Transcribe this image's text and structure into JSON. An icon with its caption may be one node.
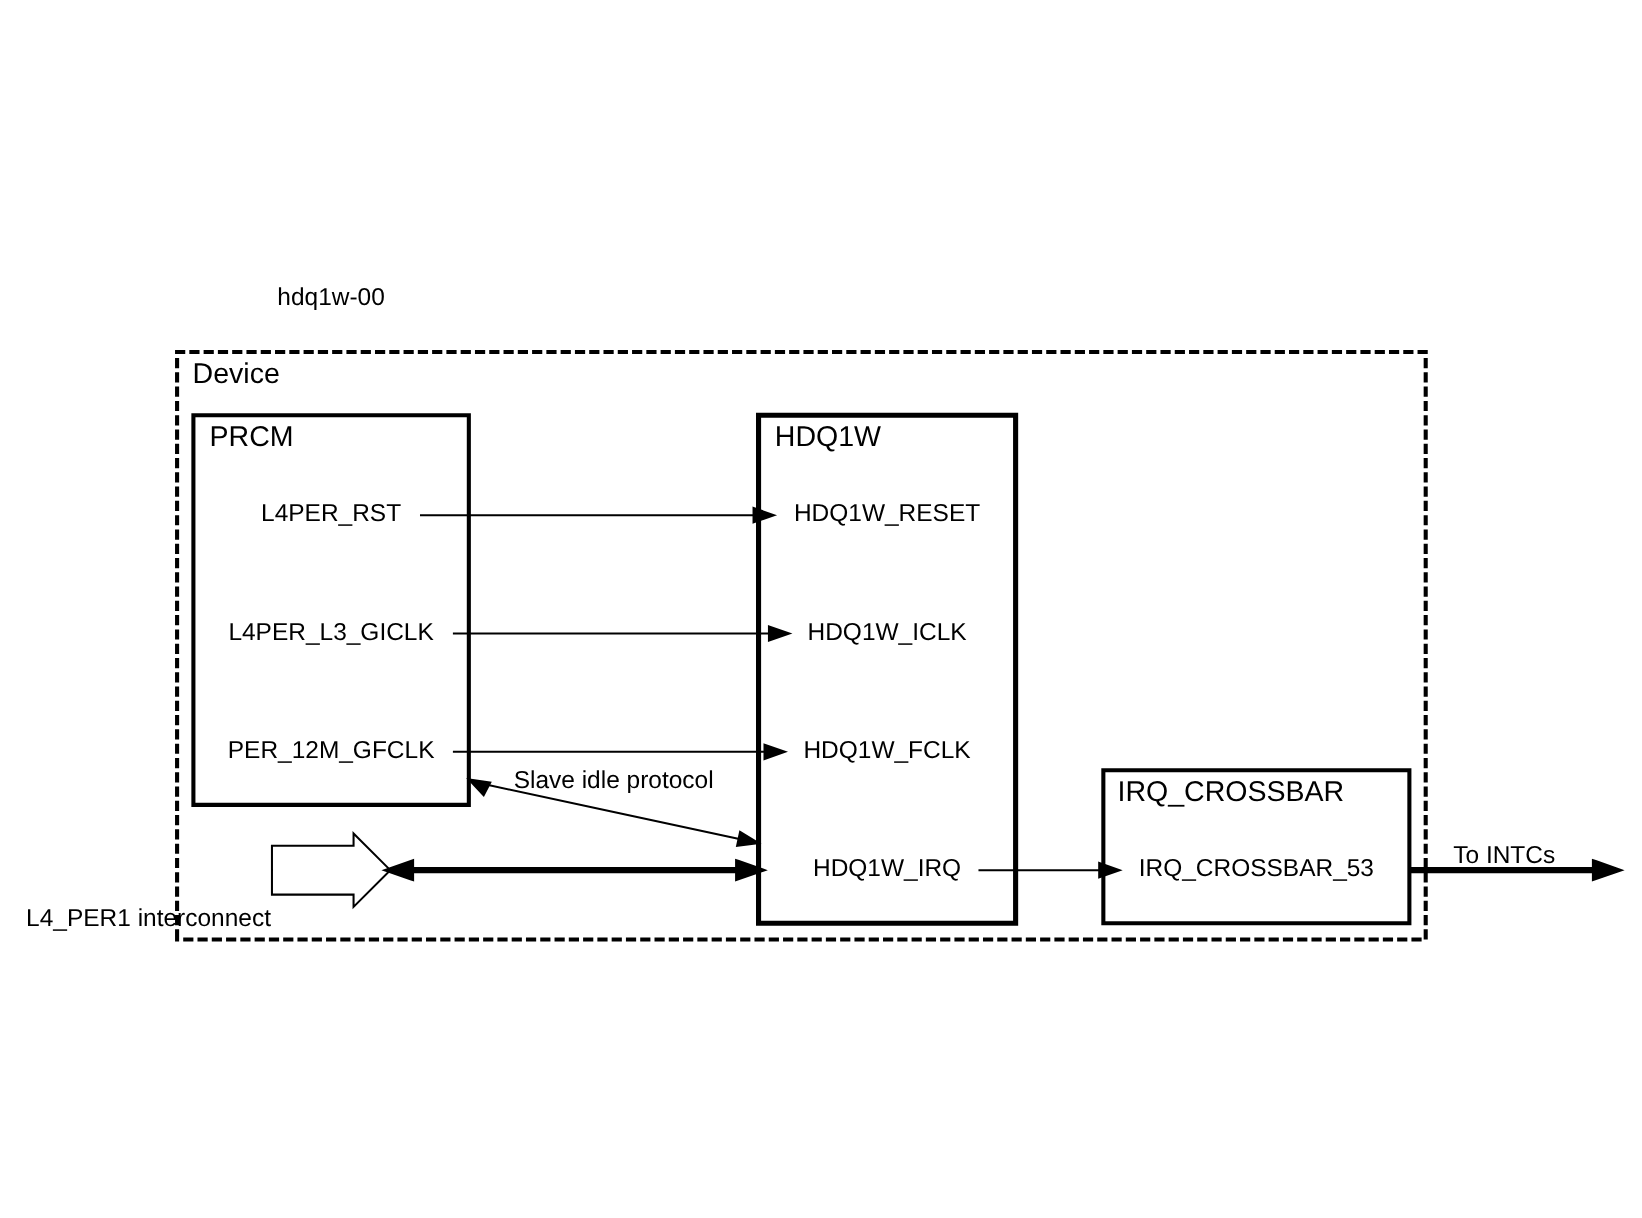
{
  "diagram": {
    "nodes": [
      {
        "text": [
          "Device"
        ]
      },
      {
        "text": [
          "IRQ_CROSSBAR"
        ],
        "in": 0
      },
      {
        "text": [
          "IRQ_CROSSBAR_53"
        ],
        "in": 1
      },
      {
        "text": [
          "HDQ1W"
        ],
        "in": 0
      },
      {
        "text": [
          "HDQ1W_IRQ"
        ],
        "in": 3
      },
      {
        "text": [
          "HDQ1W_FCLK"
        ],
        "in": 3
      },
      {
        "text": [
          "HDQ1W_ICLK"
        ],
        "in": 3
      },
      {
        "text": [
          "HDQ1W_RESET"
        ],
        "in": 3
      },
      {
        "text": [],
        "shape": "arrow",
        "beside": [
          "L4_PER1 interconnect"
        ],
        "in": 0
      },
      {
        "text": [
          "PRCM"
        ],
        "in": 0
      },
      {
        "text": [
          "PER_12M_GFCLK"
        ],
        "in": 9
      },
      {
        "text": [
          "L4PER_L3_GICLK"
        ],
        "in": 9
      },
      {
        "text": [
          "L4PER_RST"
        ],
        "in": 9
      }
    ],
    "edges": [
      {
        "from": 1,
        "to": null,
        "arrow": "to",
        "label": "To INTCs",
        "style": "thick"
      },
      {
        "from": 4,
        "to": 2,
        "arrow": "to"
      },
      {
        "from": 8,
        "to": 3,
        "arrow": "both",
        "style": "thick"
      },
      {
        "from": 10,
        "to": 5,
        "arrow": "to"
      },
      {
        "from": 11,
        "to": 6,
        "arrow": "to"
      },
      {
        "from": 12,
        "to": 7,
        "arrow": "to"
      },
      {
        "from": 9,
        "to": 3,
        "arrow": "both",
        "label": "Slave idle protocol"
      }
    ],
    "labels": [
      "hdq1w-00"
    ]
  }
}
